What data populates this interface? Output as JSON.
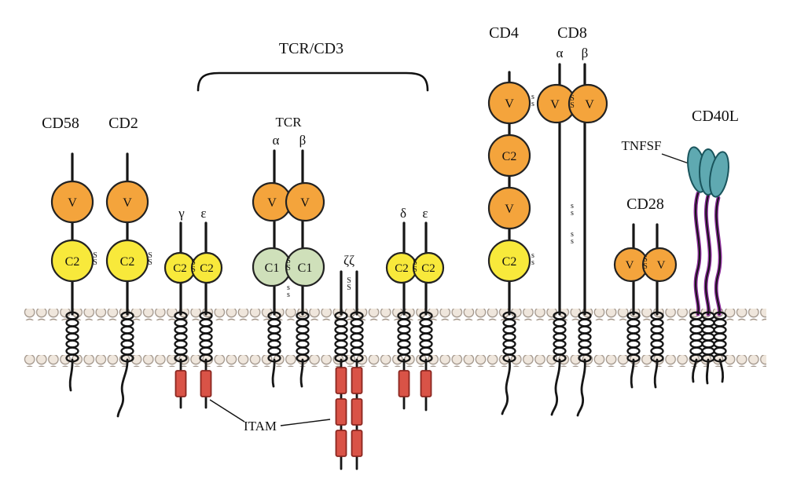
{
  "labels": {
    "cd58": "CD58",
    "cd2": "CD2",
    "tcr_cd3": "TCR/CD3",
    "tcr": "TCR",
    "alpha": "α",
    "beta": "β",
    "gamma": "γ",
    "epsilon": "ε",
    "delta": "δ",
    "zeta_pair": "ζζ",
    "itam": "ITAM",
    "cd4": "CD4",
    "cd8": "CD8",
    "cd28": "CD28",
    "cd40l": "CD40L",
    "tnfsf": "TNFSF"
  },
  "domain_labels": {
    "v": "V",
    "c1": "C1",
    "c2": "C2"
  },
  "marks": {
    "ss_upper": "S",
    "ss_lower": "s"
  },
  "colors": {
    "orange_domain": "#F4A43C",
    "yellow_domain": "#F8E93B",
    "green_domain": "#CFE0BA",
    "teal_tnfsf": "#5FA9B1",
    "red_itam": "#D95347",
    "lipid_head": "#EFE6DC",
    "chain_black": "#161616",
    "cd40l_purple": "#8E2D9C"
  }
}
